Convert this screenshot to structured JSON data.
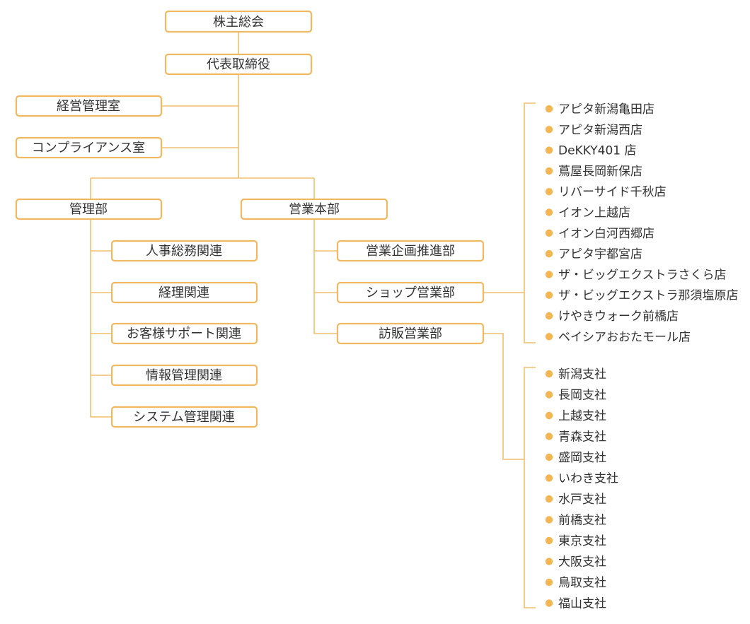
{
  "colors": {
    "line": "#f0bf6e",
    "box_border": "#f0b860",
    "bullet": "#f4b652",
    "text": "#333333"
  },
  "nodes": {
    "shareholders": "株主総会",
    "ceo": "代表取締役",
    "management_office": "経営管理室",
    "compliance_office": "コンプライアンス室",
    "admin_dept": "管理部",
    "sales_hq": "営業本部",
    "hr_general": "人事総務関連",
    "accounting": "経理関連",
    "customer_support": "お客様サポート関連",
    "info_management": "情報管理関連",
    "system_management": "システム管理関連",
    "sales_planning": "営業企画推進部",
    "shop_sales": "ショップ営業部",
    "door_sales": "訪販営業部"
  },
  "shop_list": [
    "アピタ新潟亀田店",
    "アピタ新潟西店",
    "DeKKY401 店",
    "蔦屋長岡新保店",
    "リバーサイド千秋店",
    "イオン上越店",
    "イオン白河西郷店",
    "アピタ宇都宮店",
    "ザ・ビッグエクストラさくら店",
    "ザ・ビッグエクストラ那須塩原店",
    "けやきウォーク前橋店",
    "ベイシアおおたモール店"
  ],
  "branch_list": [
    "新潟支社",
    "長岡支社",
    "上越支社",
    "青森支社",
    "盛岡支社",
    "いわき支社",
    "水戸支社",
    "前橋支社",
    "東京支社",
    "大阪支社",
    "鳥取支社",
    "福山支社"
  ]
}
